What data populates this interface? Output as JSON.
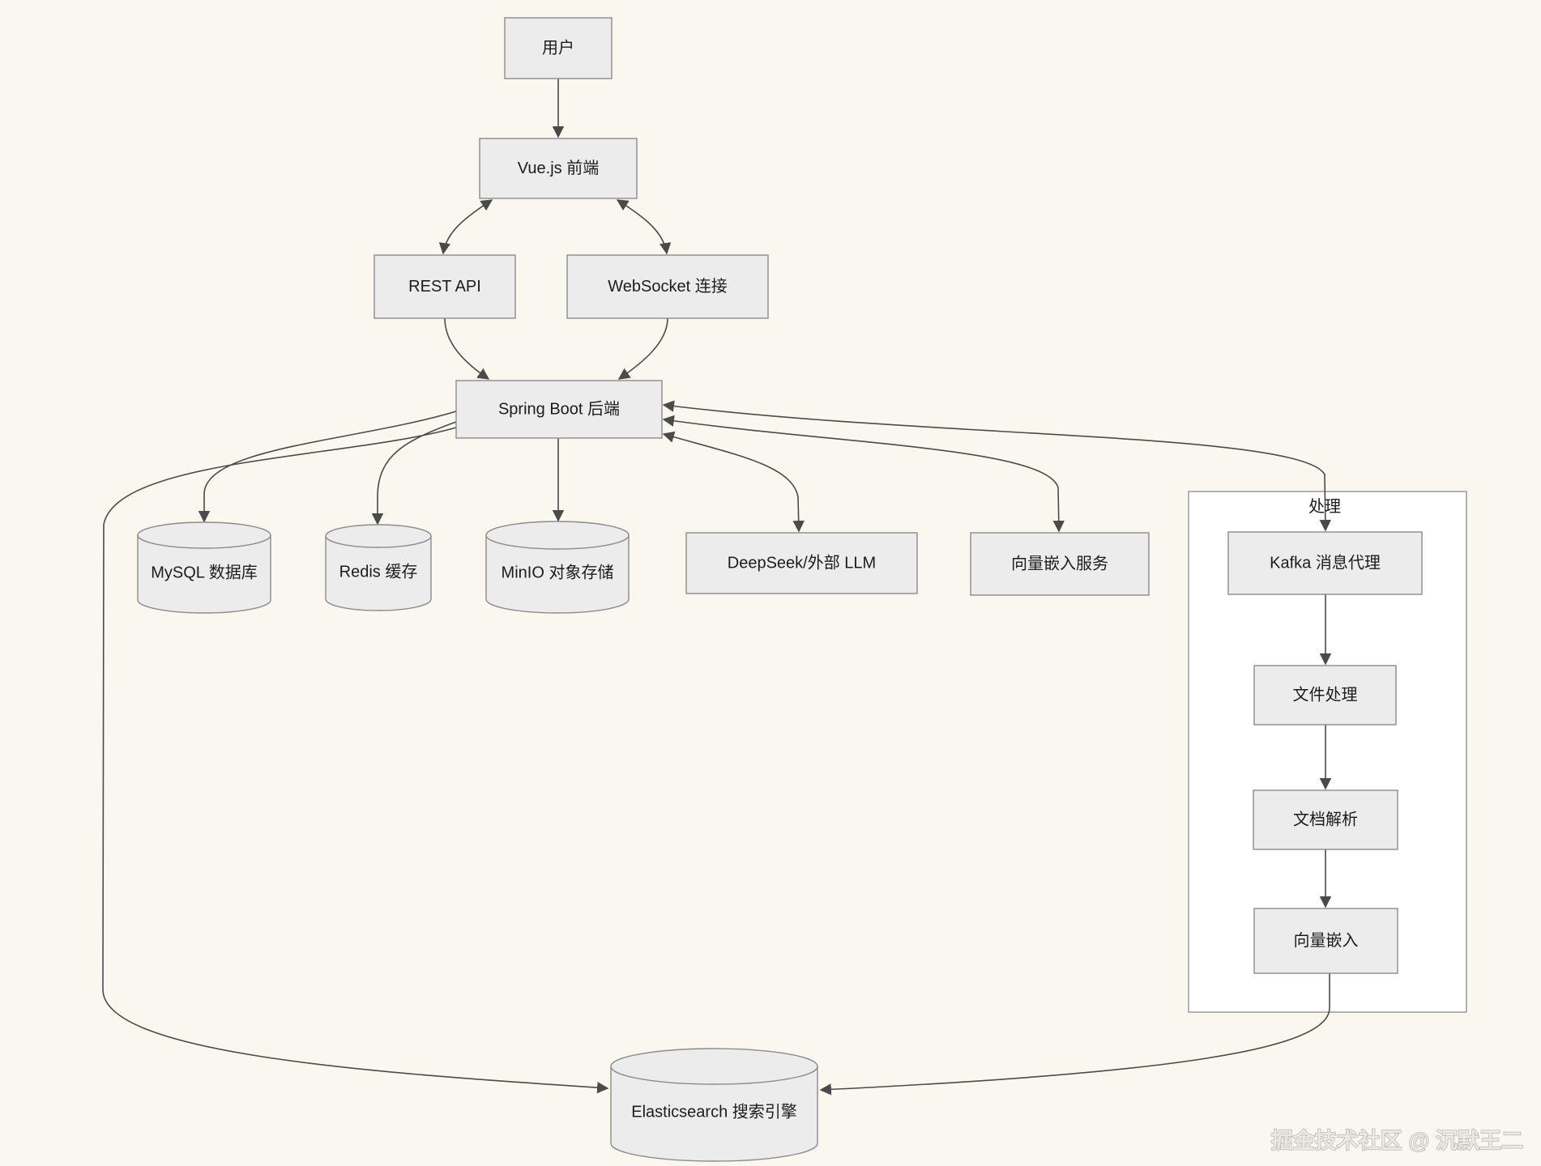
{
  "diagram": {
    "title_hint": "system-architecture-flowchart",
    "colors": {
      "background": "#faf8ee",
      "node_fill": "#ececec",
      "node_border": "#8c8c8c",
      "edge": "#4a4a4a",
      "container_fill": "#ffffff",
      "text": "#1c1c1c"
    },
    "container": {
      "id": "processing",
      "label": "处理"
    },
    "nodes": [
      {
        "id": "user",
        "label": "用户",
        "shape": "rect"
      },
      {
        "id": "vue",
        "label": "Vue.js 前端",
        "shape": "rect"
      },
      {
        "id": "rest",
        "label": "REST API",
        "shape": "rect"
      },
      {
        "id": "ws",
        "label": "WebSocket 连接",
        "shape": "rect"
      },
      {
        "id": "sb",
        "label": "Spring Boot 后端",
        "shape": "rect"
      },
      {
        "id": "mysql",
        "label": "MySQL 数据库",
        "shape": "cylinder"
      },
      {
        "id": "redis",
        "label": "Redis 缓存",
        "shape": "cylinder"
      },
      {
        "id": "minio",
        "label": "MinIO 对象存储",
        "shape": "cylinder"
      },
      {
        "id": "deepseek",
        "label": "DeepSeek/外部 LLM",
        "shape": "rect"
      },
      {
        "id": "vecsvc",
        "label": "向量嵌入服务",
        "shape": "rect"
      },
      {
        "id": "kafka",
        "label": "Kafka 消息代理",
        "shape": "rect",
        "container": "processing"
      },
      {
        "id": "file",
        "label": "文件处理",
        "shape": "rect",
        "container": "processing"
      },
      {
        "id": "parse",
        "label": "文档解析",
        "shape": "rect",
        "container": "processing"
      },
      {
        "id": "embed",
        "label": "向量嵌入",
        "shape": "rect",
        "container": "processing"
      },
      {
        "id": "es",
        "label": "Elasticsearch 搜索引擎",
        "shape": "cylinder"
      }
    ],
    "edges": [
      {
        "from": "user",
        "to": "vue",
        "bidirectional": false
      },
      {
        "from": "vue",
        "to": "rest",
        "bidirectional": true
      },
      {
        "from": "vue",
        "to": "ws",
        "bidirectional": true
      },
      {
        "from": "rest",
        "to": "sb",
        "bidirectional": false
      },
      {
        "from": "ws",
        "to": "sb",
        "bidirectional": false
      },
      {
        "from": "sb",
        "to": "mysql",
        "bidirectional": false
      },
      {
        "from": "sb",
        "to": "redis",
        "bidirectional": false
      },
      {
        "from": "sb",
        "to": "minio",
        "bidirectional": false
      },
      {
        "from": "sb",
        "to": "deepseek",
        "bidirectional": true
      },
      {
        "from": "sb",
        "to": "vecsvc",
        "bidirectional": true
      },
      {
        "from": "sb",
        "to": "kafka",
        "bidirectional": true
      },
      {
        "from": "kafka",
        "to": "file",
        "bidirectional": false
      },
      {
        "from": "file",
        "to": "parse",
        "bidirectional": false
      },
      {
        "from": "parse",
        "to": "embed",
        "bidirectional": false
      },
      {
        "from": "embed",
        "to": "es",
        "bidirectional": false
      },
      {
        "from": "sb",
        "to": "es",
        "bidirectional": false
      }
    ]
  },
  "watermark": "掘金技术社区 @ 沉默王二"
}
